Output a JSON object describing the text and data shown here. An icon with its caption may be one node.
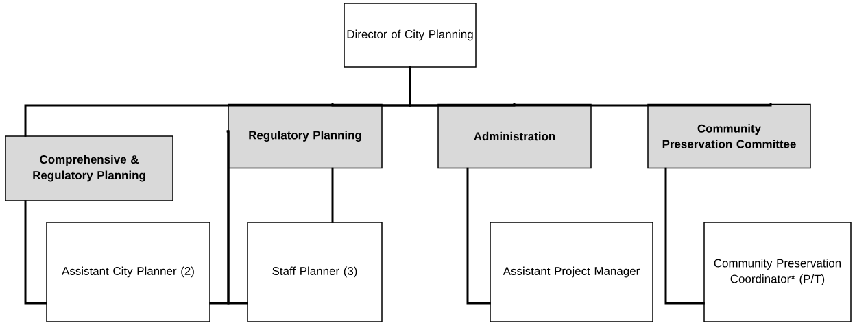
{
  "diagram": {
    "nodes": [
      {
        "text": [
          "Director of City Planning"
        ]
      },
      {
        "text": [
          "Comprehensive & Regulatory Planning"
        ]
      },
      {
        "text": [
          "Regulatory Planning"
        ]
      },
      {
        "text": [
          "Administration"
        ]
      },
      {
        "text": [
          "Community Preservation Committee"
        ]
      },
      {
        "text": [
          "Assistant City Planner (2)"
        ]
      },
      {
        "text": [
          "Staff Planner (3)"
        ]
      },
      {
        "text": [
          "Assistant Project Manager"
        ]
      },
      {
        "text": [
          "Community Preservation Coordinator* (P/T)"
        ]
      }
    ],
    "edges": [
      {
        "from": 0,
        "to": 1,
        "arrow": "none"
      },
      {
        "from": 0,
        "to": 2,
        "arrow": "none"
      },
      {
        "from": 0,
        "to": 3,
        "arrow": "none"
      },
      {
        "from": 0,
        "to": 4,
        "arrow": "none"
      },
      {
        "from": 1,
        "to": 5,
        "arrow": "none"
      },
      {
        "from": 2,
        "to": 5,
        "arrow": "none"
      },
      {
        "from": 2,
        "to": 6,
        "arrow": "none"
      },
      {
        "from": 2,
        "to": 6,
        "arrow": "none"
      },
      {
        "from": 3,
        "to": 7,
        "arrow": "none"
      },
      {
        "from": 4,
        "to": 8,
        "arrow": "none"
      }
    ]
  }
}
